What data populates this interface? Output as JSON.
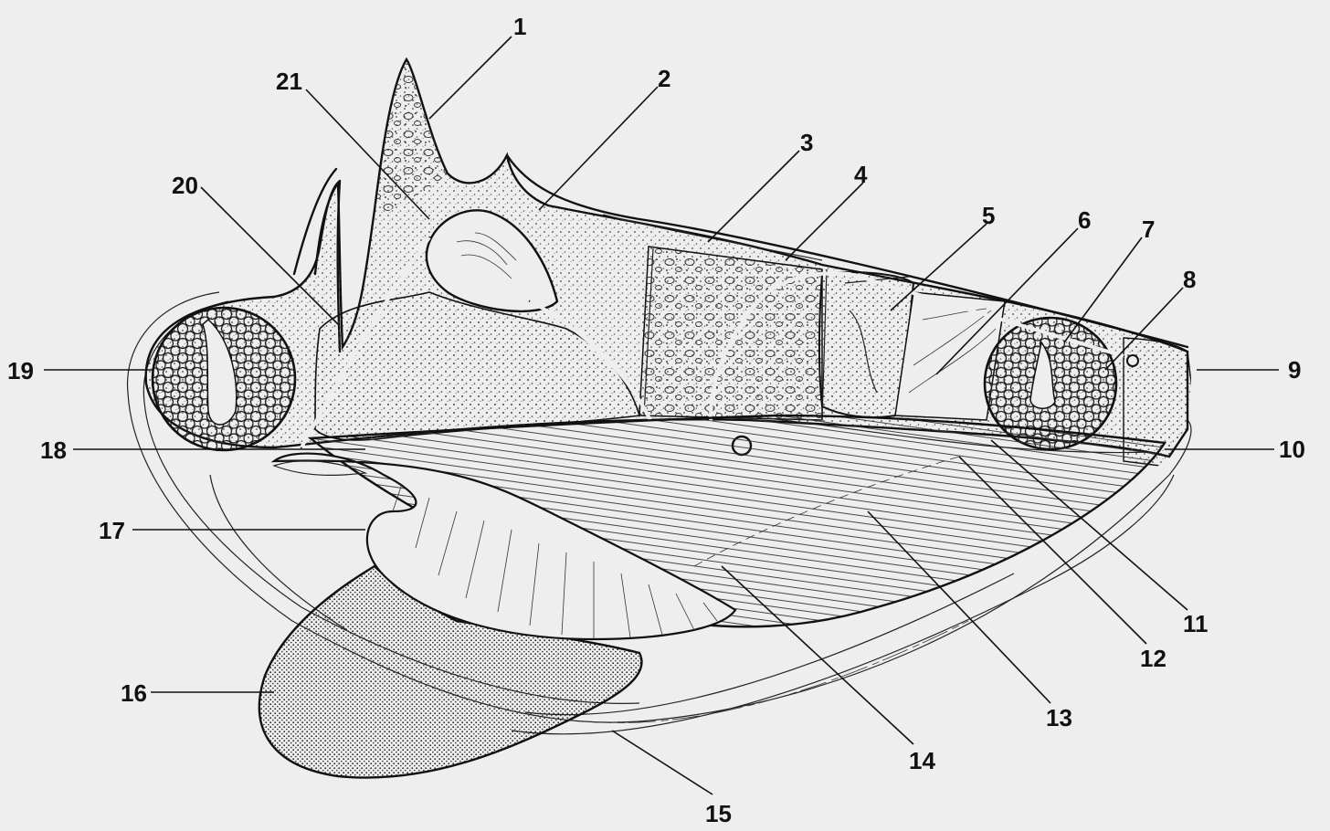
{
  "figure": {
    "background": "#eeeeee",
    "ink_color": "#111111",
    "callouts": [
      {
        "id": "1",
        "label": "1"
      },
      {
        "id": "2",
        "label": "2"
      },
      {
        "id": "3",
        "label": "3"
      },
      {
        "id": "4",
        "label": "4"
      },
      {
        "id": "5",
        "label": "5"
      },
      {
        "id": "6",
        "label": "6"
      },
      {
        "id": "7",
        "label": "7"
      },
      {
        "id": "8",
        "label": "8"
      },
      {
        "id": "9",
        "label": "9"
      },
      {
        "id": "10",
        "label": "10"
      },
      {
        "id": "11",
        "label": "11"
      },
      {
        "id": "12",
        "label": "12"
      },
      {
        "id": "13",
        "label": "13"
      },
      {
        "id": "14",
        "label": "14"
      },
      {
        "id": "15",
        "label": "15"
      },
      {
        "id": "16",
        "label": "16"
      },
      {
        "id": "17",
        "label": "17"
      },
      {
        "id": "18",
        "label": "18"
      },
      {
        "id": "19",
        "label": "19"
      },
      {
        "id": "20",
        "label": "20"
      },
      {
        "id": "21",
        "label": "21"
      }
    ]
  }
}
